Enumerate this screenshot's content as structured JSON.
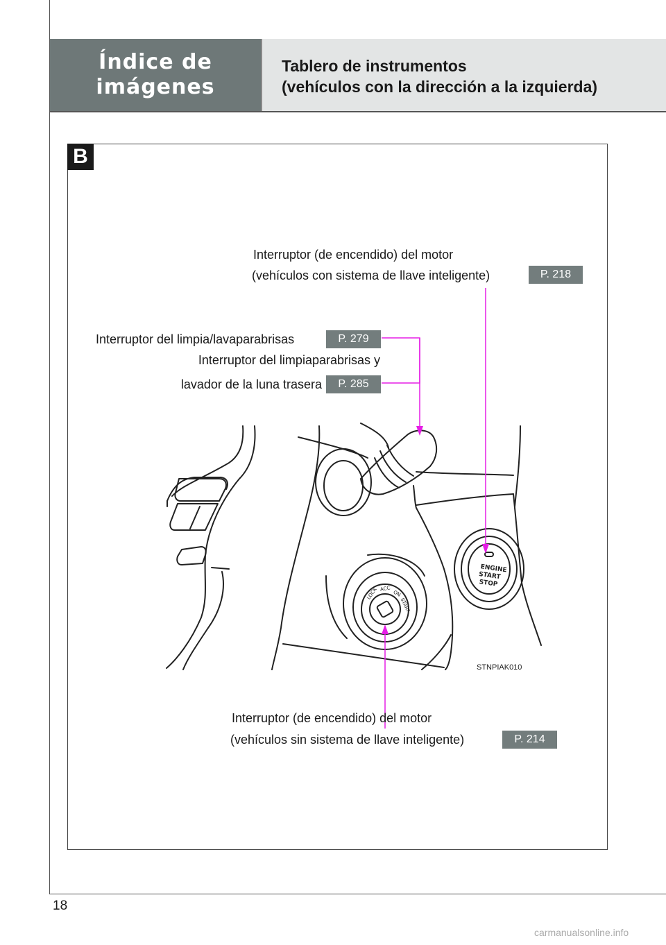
{
  "header": {
    "section_title_line1": "Índice de",
    "section_title_line2": "imágenes",
    "page_title_line1": "Tablero de instrumentos",
    "page_title_line2": "(vehículos con la dirección a la izquierda)"
  },
  "section_badge": "B",
  "callouts": {
    "engine_switch_smart": {
      "line1": "Interruptor (de encendido) del motor",
      "line2": "(vehículos con sistema de llave inteligente)",
      "page_ref": "P. 218"
    },
    "wiper_washer": {
      "line1": "Interruptor del limpia/lavaparabrisas",
      "page_ref": "P. 279"
    },
    "rear_wiper_washer": {
      "line1": "Interruptor del limpiaparabrisas y",
      "line2": "lavador de la luna trasera",
      "page_ref": "P. 285"
    },
    "engine_switch_key": {
      "line1": "Interruptor (de encendido) del motor",
      "line2": "(vehículos sin sistema de llave inteligente)",
      "page_ref": "P. 214"
    }
  },
  "illustration": {
    "code": "STNPIAK010",
    "start_button_text": [
      "ENGINE",
      "START",
      "STOP"
    ],
    "ignition_positions": [
      "LOCK",
      "ACC",
      "ON",
      "START"
    ]
  },
  "colors": {
    "callout_line": "#e61ee6",
    "header_dark": "#6e7878",
    "header_light": "#e3e5e5",
    "ref_badge": "#737d7d"
  },
  "page_number": "18",
  "watermark": "carmanualsonline.info"
}
